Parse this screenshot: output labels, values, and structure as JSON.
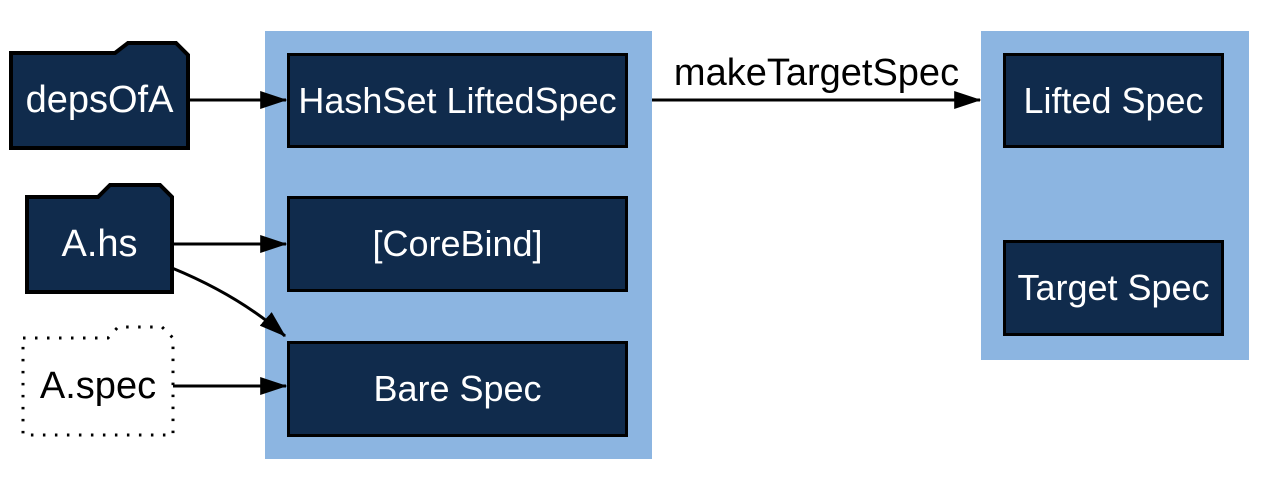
{
  "diagram": {
    "title": "makeTargetSpec pipeline diagram",
    "folders": [
      {
        "id": "depsOfA",
        "label": "depsOfA",
        "style": "folder-solid"
      },
      {
        "id": "A.hs",
        "label": "A.hs",
        "style": "folder-solid"
      },
      {
        "id": "A.spec",
        "label": "A.spec",
        "style": "folder-dotted"
      }
    ],
    "intermediate": {
      "boxes": [
        {
          "label": "HashSet LiftedSpec"
        },
        {
          "label": "[CoreBind]"
        },
        {
          "label": "Bare Spec"
        }
      ]
    },
    "output": {
      "boxes": [
        {
          "label": "Lifted Spec"
        },
        {
          "label": "Target Spec"
        }
      ]
    },
    "edges": [
      {
        "from": "depsOfA",
        "to": "HashSet LiftedSpec",
        "label": ""
      },
      {
        "from": "A.hs",
        "to": "[CoreBind]",
        "label": ""
      },
      {
        "from": "A.hs",
        "to": "Bare Spec",
        "label": ""
      },
      {
        "from": "A.spec",
        "to": "Bare Spec",
        "label": ""
      },
      {
        "from": "intermediate-group",
        "to": "output-group",
        "label": "makeTargetSpec"
      }
    ],
    "edge_label": "makeTargetSpec"
  },
  "colors": {
    "navy": "#102b4c",
    "light_blue": "#8cb5e1",
    "edge_color": "#000000",
    "text_on_dark": "#ffffff",
    "text_on_light": "#000000"
  }
}
